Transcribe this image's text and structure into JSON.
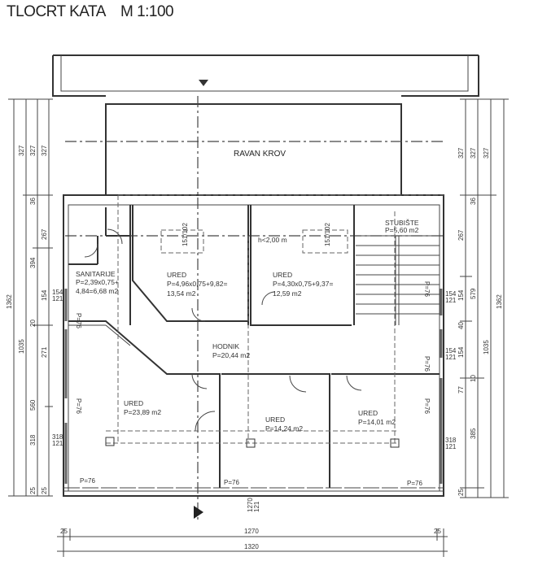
{
  "title": "TLOCRT KATA    M 1:100",
  "rooms": {
    "roof": "RAVAN KROV",
    "sanitary": {
      "name": "SANITARIJE",
      "l1": "P=2,39x0,75+",
      "l2": "4,84=6,68 m2"
    },
    "office1": {
      "name": "URED",
      "l1": "P=4,96x0,75+9,82=",
      "l2": "13,54 m2"
    },
    "office2": {
      "name": "URED",
      "l1": "P=4,30x0,75+9,37=",
      "l2": "12,59 m2"
    },
    "stairs": {
      "name": "STUBIŠTE",
      "l1": "P=5,60 m2"
    },
    "corridor": {
      "name": "HODNIK",
      "l1": "P=20,44 m2"
    },
    "office3": {
      "name": "URED",
      "l1": "P=23,89 m2"
    },
    "office4": {
      "name": "URED",
      "l1": "P=14,24 m2"
    },
    "office5": {
      "name": "URED",
      "l1": "P=14,01 m2"
    },
    "height_note": "h<2,00 m",
    "skylight": "151/102"
  },
  "parapet": "P=76",
  "dims": {
    "left": {
      "total": "1362",
      "c2": [
        "327",
        "1035"
      ],
      "c3": [
        "327",
        "36",
        "394",
        "20",
        "560",
        "318",
        "25"
      ],
      "c4": [
        "327",
        "267",
        "154",
        "271",
        "25"
      ],
      "win1": [
        "154",
        "121"
      ],
      "win2": [
        "318",
        "121"
      ]
    },
    "right": {
      "c1": [
        "327",
        "267",
        "154",
        "40",
        "154",
        "77",
        "25"
      ],
      "c2": [
        "327",
        "36",
        "579",
        "10",
        "385"
      ],
      "c3": [
        "327",
        "1035"
      ],
      "total": "1362",
      "win1": [
        "154",
        "121"
      ],
      "win2": [
        "154",
        "121"
      ],
      "win3": [
        "318",
        "121"
      ]
    },
    "bottom": {
      "left": "25",
      "mid": "1270",
      "right": "25",
      "total": "1320",
      "door": [
        "1270",
        "121"
      ]
    }
  }
}
